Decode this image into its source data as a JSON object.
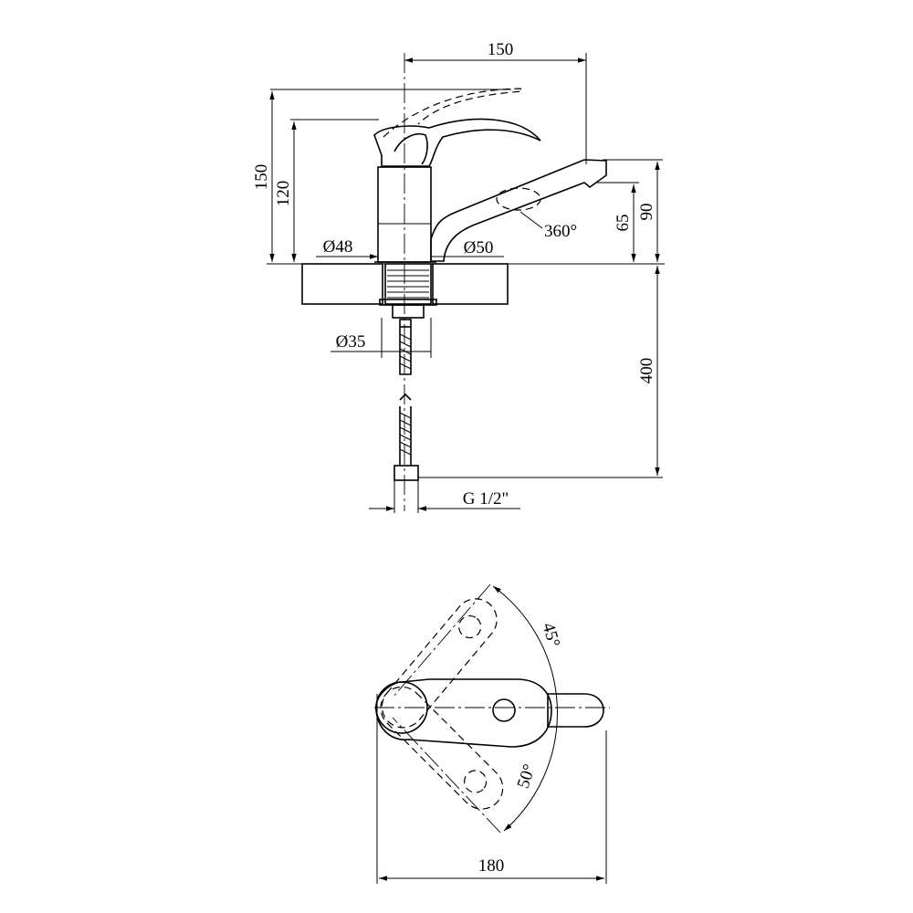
{
  "side_view": {
    "dim_spout_reach": "150",
    "dim_total_height": "150",
    "dim_body_height": "120",
    "dim_base_diameter": "Ø48",
    "dim_mount_diameter": "Ø50",
    "dim_spout_rotation": "360°",
    "dim_spout_clearance": "65",
    "dim_spout_height": "90",
    "dim_shank_diameter": "Ø35",
    "dim_hose_length": "400",
    "dim_hose_thread": "G 1/2\""
  },
  "top_view": {
    "dim_handle_left_angle": "45°",
    "dim_handle_right_angle": "50°",
    "dim_overall_width": "180"
  }
}
